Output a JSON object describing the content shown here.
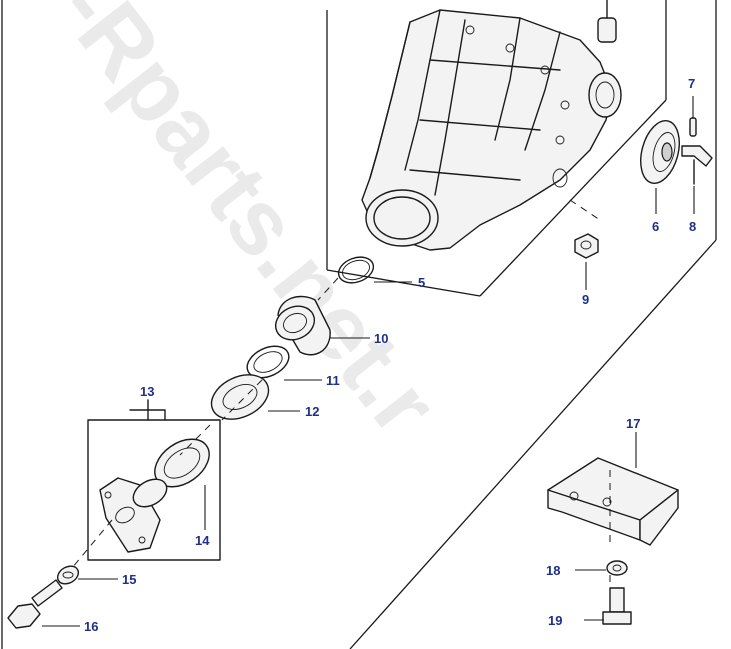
{
  "diagram": {
    "watermark": "-Rparts.net.r",
    "callouts": [
      {
        "id": "c5",
        "label": "5"
      },
      {
        "id": "c6",
        "label": "6"
      },
      {
        "id": "c7",
        "label": "7"
      },
      {
        "id": "c8",
        "label": "8"
      },
      {
        "id": "c9",
        "label": "9"
      },
      {
        "id": "c10",
        "label": "10"
      },
      {
        "id": "c11",
        "label": "11"
      },
      {
        "id": "c12",
        "label": "12"
      },
      {
        "id": "c13",
        "label": "13"
      },
      {
        "id": "c14",
        "label": "14"
      },
      {
        "id": "c15",
        "label": "15"
      },
      {
        "id": "c16",
        "label": "16"
      },
      {
        "id": "c17",
        "label": "17"
      },
      {
        "id": "c18",
        "label": "18"
      },
      {
        "id": "c19",
        "label": "19"
      }
    ],
    "colors": {
      "callout_text": "#1e2f8c",
      "line": "#1a1a1a",
      "watermark": "#d9d9d9",
      "background": "#ffffff"
    }
  }
}
